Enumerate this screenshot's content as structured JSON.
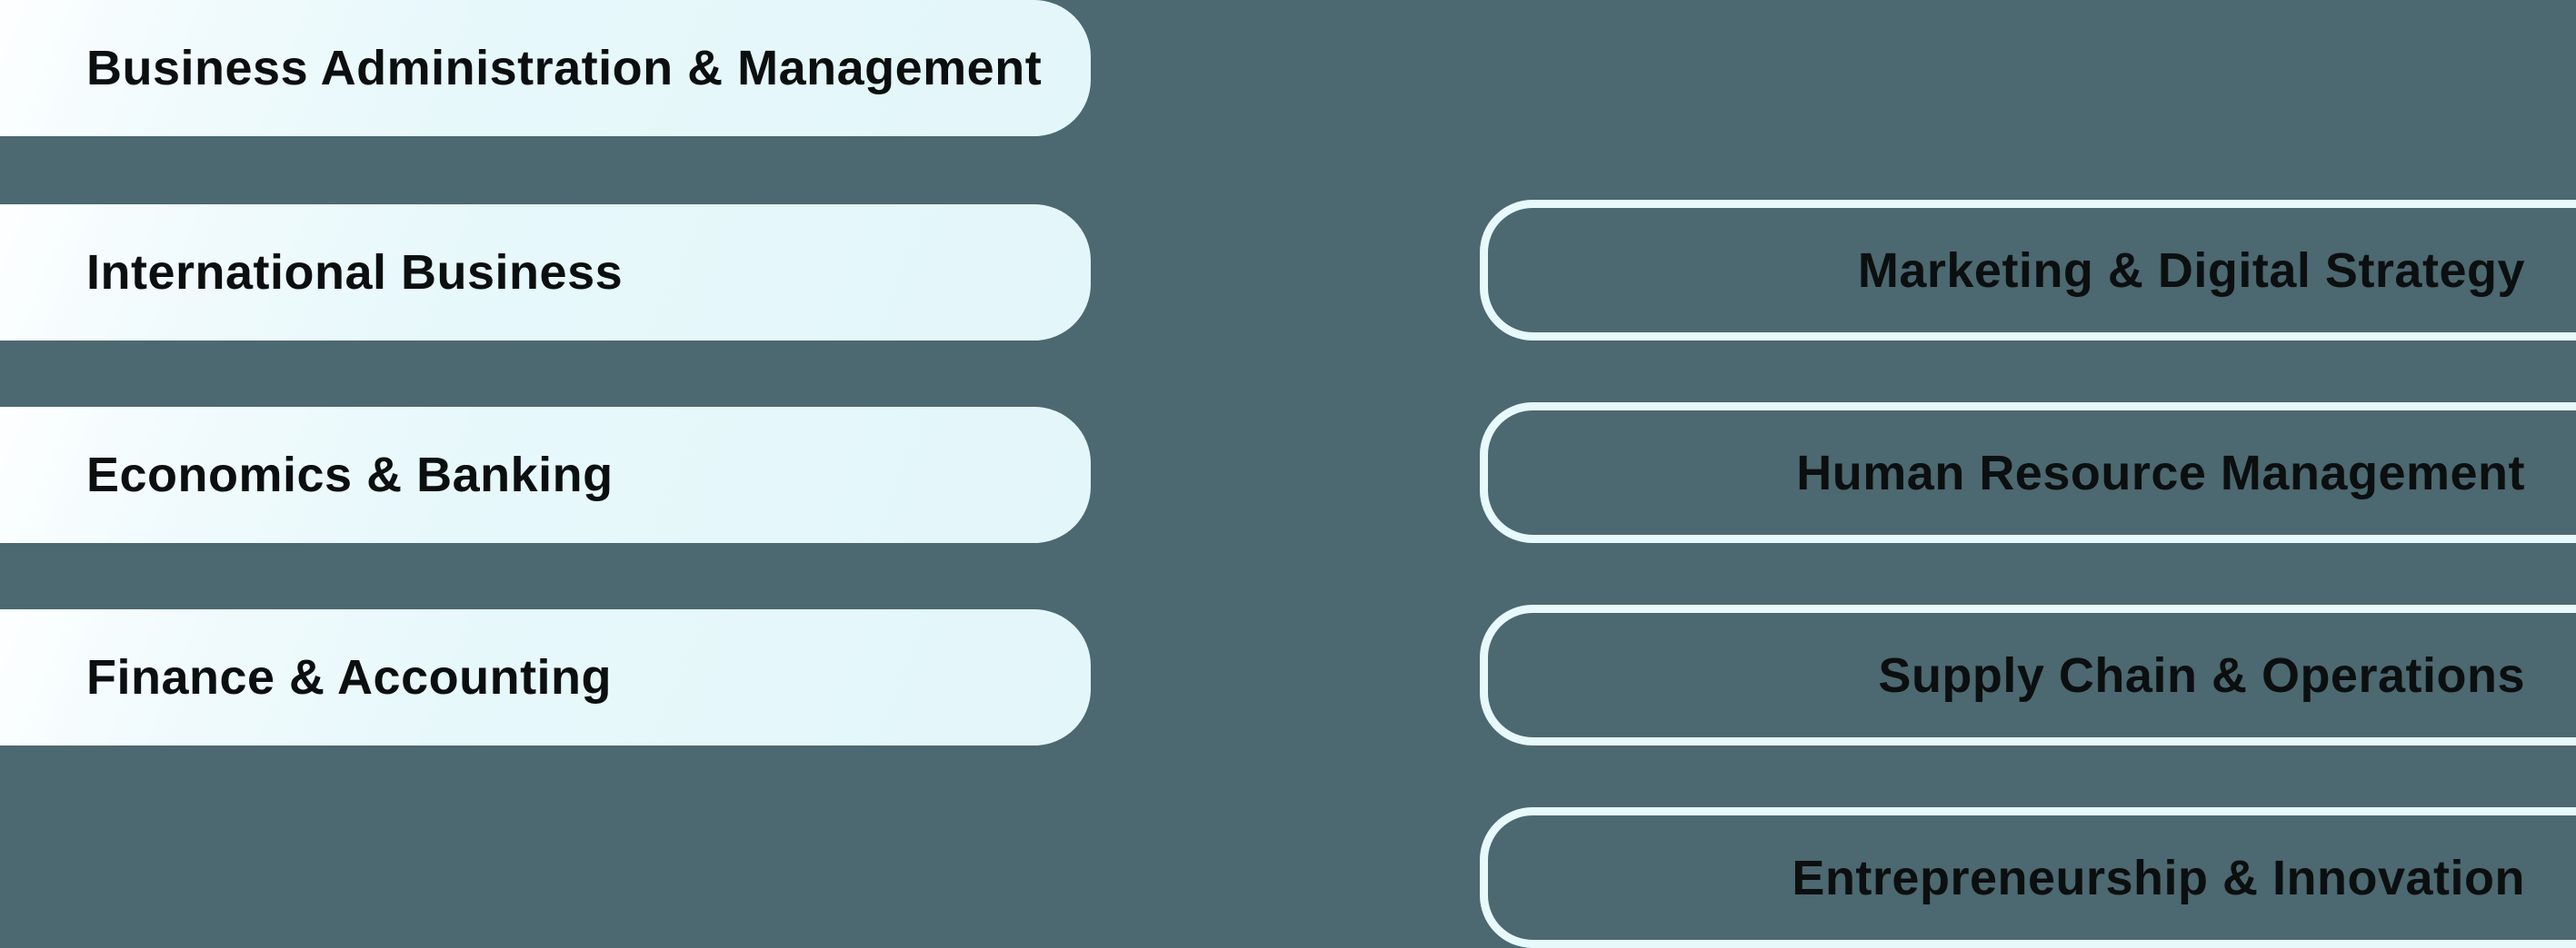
{
  "colors": {
    "background": "#4C6870",
    "pill_fill": "#E7F8FB",
    "pill_fill_highlight": "#FDFFFF",
    "pill_border": "#E7F9FB",
    "text": "#0C0F0F"
  },
  "left_pills": [
    {
      "label": "Business Administration & Management",
      "style": "filled"
    },
    {
      "label": "International Business",
      "style": "filled"
    },
    {
      "label": "Economics & Banking",
      "style": "filled"
    },
    {
      "label": "Finance & Accounting",
      "style": "filled"
    }
  ],
  "right_pills": [
    {
      "label": "Marketing & Digital Strategy",
      "style": "outlined"
    },
    {
      "label": "Human Resource Management",
      "style": "outlined"
    },
    {
      "label": "Supply Chain & Operations",
      "style": "outlined"
    },
    {
      "label": "Entrepreneurship & Innovation",
      "style": "outlined"
    }
  ]
}
